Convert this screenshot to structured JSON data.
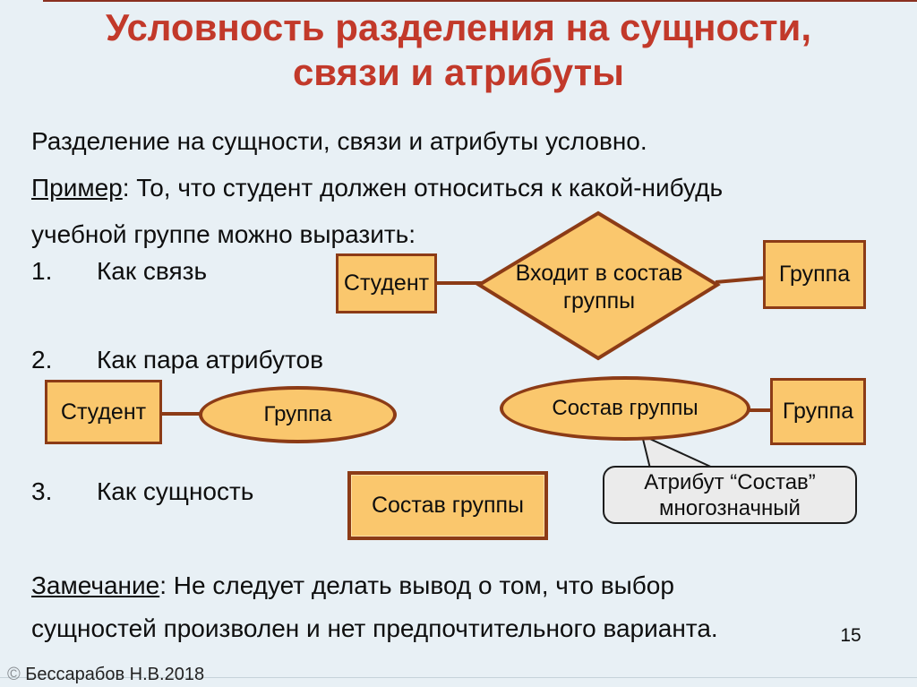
{
  "title": {
    "line1": "Условность разделения на сущности,",
    "line2": "связи и атрибуты"
  },
  "paragraph": {
    "line1": "Разделение на сущности, связи и атрибуты условно.",
    "example_label": "Пример",
    "example_rest": ": То, что студент должен относиться к какой-нибудь",
    "line3": "учебной группе можно выразить:"
  },
  "list": [
    {
      "number": "1.",
      "label": "Как связь"
    },
    {
      "number": "2.",
      "label": "Как пара атрибутов"
    },
    {
      "number": "3.",
      "label": "Как сущность"
    }
  ],
  "diagram_as_relation": {
    "student_box": "Студент",
    "relation_line1": "Входит в состав",
    "relation_line2": "группы",
    "group_box": "Группа"
  },
  "diagram_as_attributes": {
    "student_box": "Студент",
    "group_attribute": "Группа",
    "composition_attribute": "Состав группы",
    "group_box": "Группа",
    "callout_line1": "Атрибут “Состав”",
    "callout_line2": "многозначный"
  },
  "diagram_as_entity": {
    "entity_box": "Состав группы"
  },
  "note": {
    "label": "Замечание",
    "rest_line1": ": Не следует делать вывод о том, что выбор",
    "line2": "сущностей произволен и нет предпочтительного варианта."
  },
  "page_number": "15",
  "footer": {
    "symbol": "©",
    "text": " Бессарабов Н.В.2018"
  },
  "colors": {
    "background": "#e8f0f5",
    "title_red": "#c2392a",
    "shape_fill": "#fac76d",
    "shape_border": "#8c3b16",
    "callout_fill": "#ebebeb",
    "text": "#0e0e0e"
  }
}
